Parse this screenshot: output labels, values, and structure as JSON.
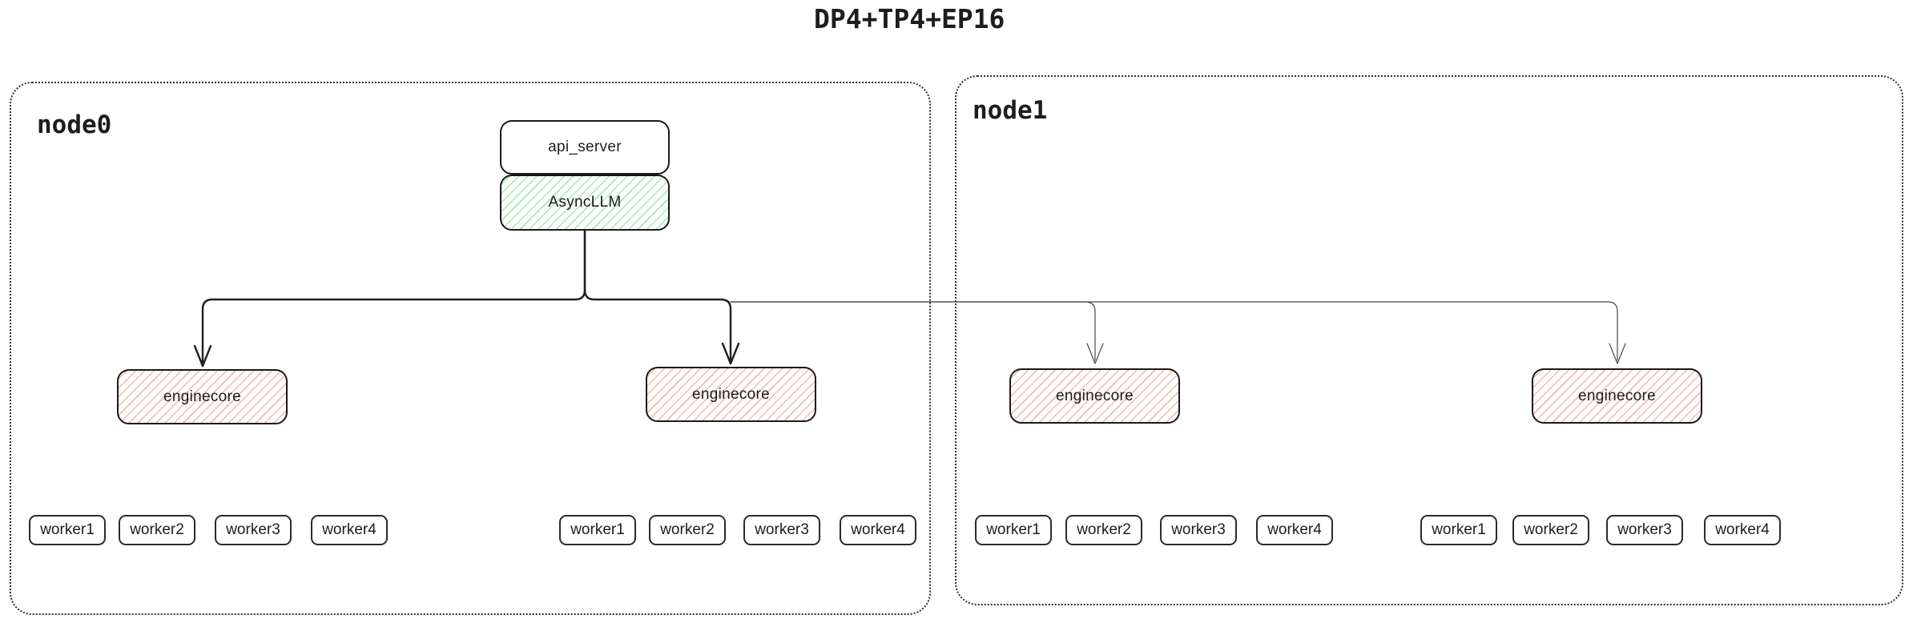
{
  "title": "DP4+TP4+EP16",
  "colors": {
    "background": "#ffffff",
    "box_border": "#1a1a1a",
    "green_hatch": "#a3e9b5",
    "red_hatch": "#f5b7b1",
    "thick_edge": "#1f1f1f",
    "thin_edge": "#4a4a4a"
  },
  "node0": {
    "label": "node0",
    "api_server_label": "api_server",
    "asyncllm_label": "AsyncLLM",
    "enginecores": [
      {
        "label": "enginecore"
      },
      {
        "label": "enginecore"
      }
    ],
    "worker_groups": [
      [
        "worker1",
        "worker2",
        "worker3",
        "worker4"
      ],
      [
        "worker1",
        "worker2",
        "worker3",
        "worker4"
      ]
    ]
  },
  "node1": {
    "label": "node1",
    "enginecores": [
      {
        "label": "enginecore"
      },
      {
        "label": "enginecore"
      }
    ],
    "worker_groups": [
      [
        "worker1",
        "worker2",
        "worker3",
        "worker4"
      ],
      [
        "worker1",
        "worker2",
        "worker3",
        "worker4"
      ]
    ]
  }
}
